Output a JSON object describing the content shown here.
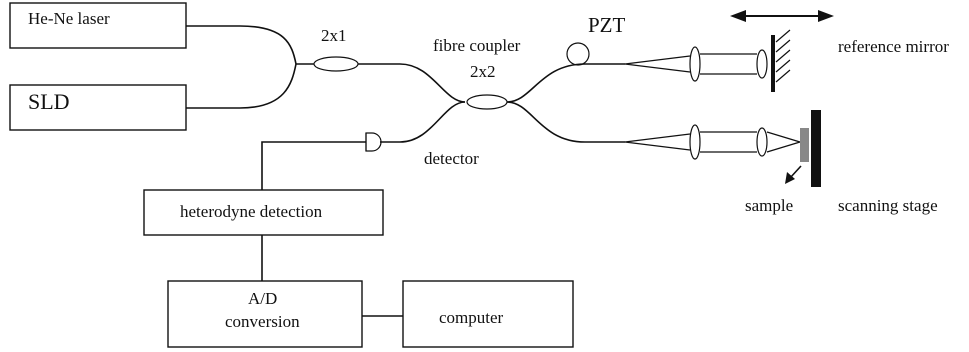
{
  "diagram": {
    "boxes": {
      "laser": "He-Ne laser",
      "sld": "SLD",
      "heterodyne": "heterodyne detection",
      "ad_line1": "A/D",
      "ad_line2": "conversion",
      "computer": "computer"
    },
    "labels": {
      "coupler_2x1": "2x1",
      "fibre_coupler": "fibre coupler",
      "coupler_2x2": "2x2",
      "pzt": "PZT",
      "detector": "detector",
      "reference_mirror": "reference mirror",
      "sample": "sample",
      "scanning_stage": "scanning stage"
    },
    "icons": [
      "double-arrow-icon",
      "sample-arrow-icon"
    ]
  }
}
